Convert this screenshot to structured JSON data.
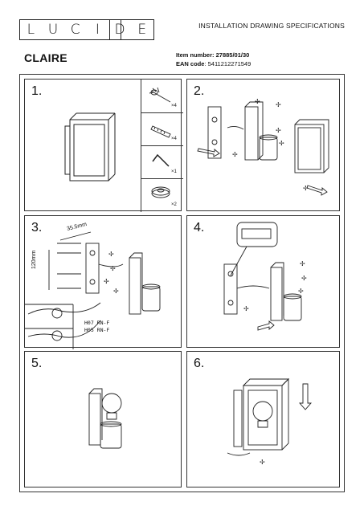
{
  "header": {
    "logo_letters": [
      "L",
      "U",
      "C",
      "I",
      "D",
      "E"
    ],
    "doc_title": "INSTALLATION DRAWING SPECIFICATIONS",
    "product_name": "CLAIRE",
    "item_label": "Item number:",
    "item_value": "27885/01/30",
    "ean_label": "EAN code",
    "ean_value": ": 5411212271549"
  },
  "steps": [
    "1.",
    "2.",
    "3.",
    "4.",
    "5.",
    "6."
  ],
  "parts": [
    {
      "icon": "anchor-screw-icon",
      "qty": "×4"
    },
    {
      "icon": "wall-plug-icon",
      "qty": "×4"
    },
    {
      "icon": "allen-key-icon",
      "qty": "×1"
    },
    {
      "icon": "cable-gland-icon",
      "qty": "×2"
    }
  ],
  "step3": {
    "dim_horizontal": "35.5mm",
    "dim_vertical": "120mm",
    "cable1": "H07 RN-F",
    "cable2": "H05 RN-F"
  }
}
